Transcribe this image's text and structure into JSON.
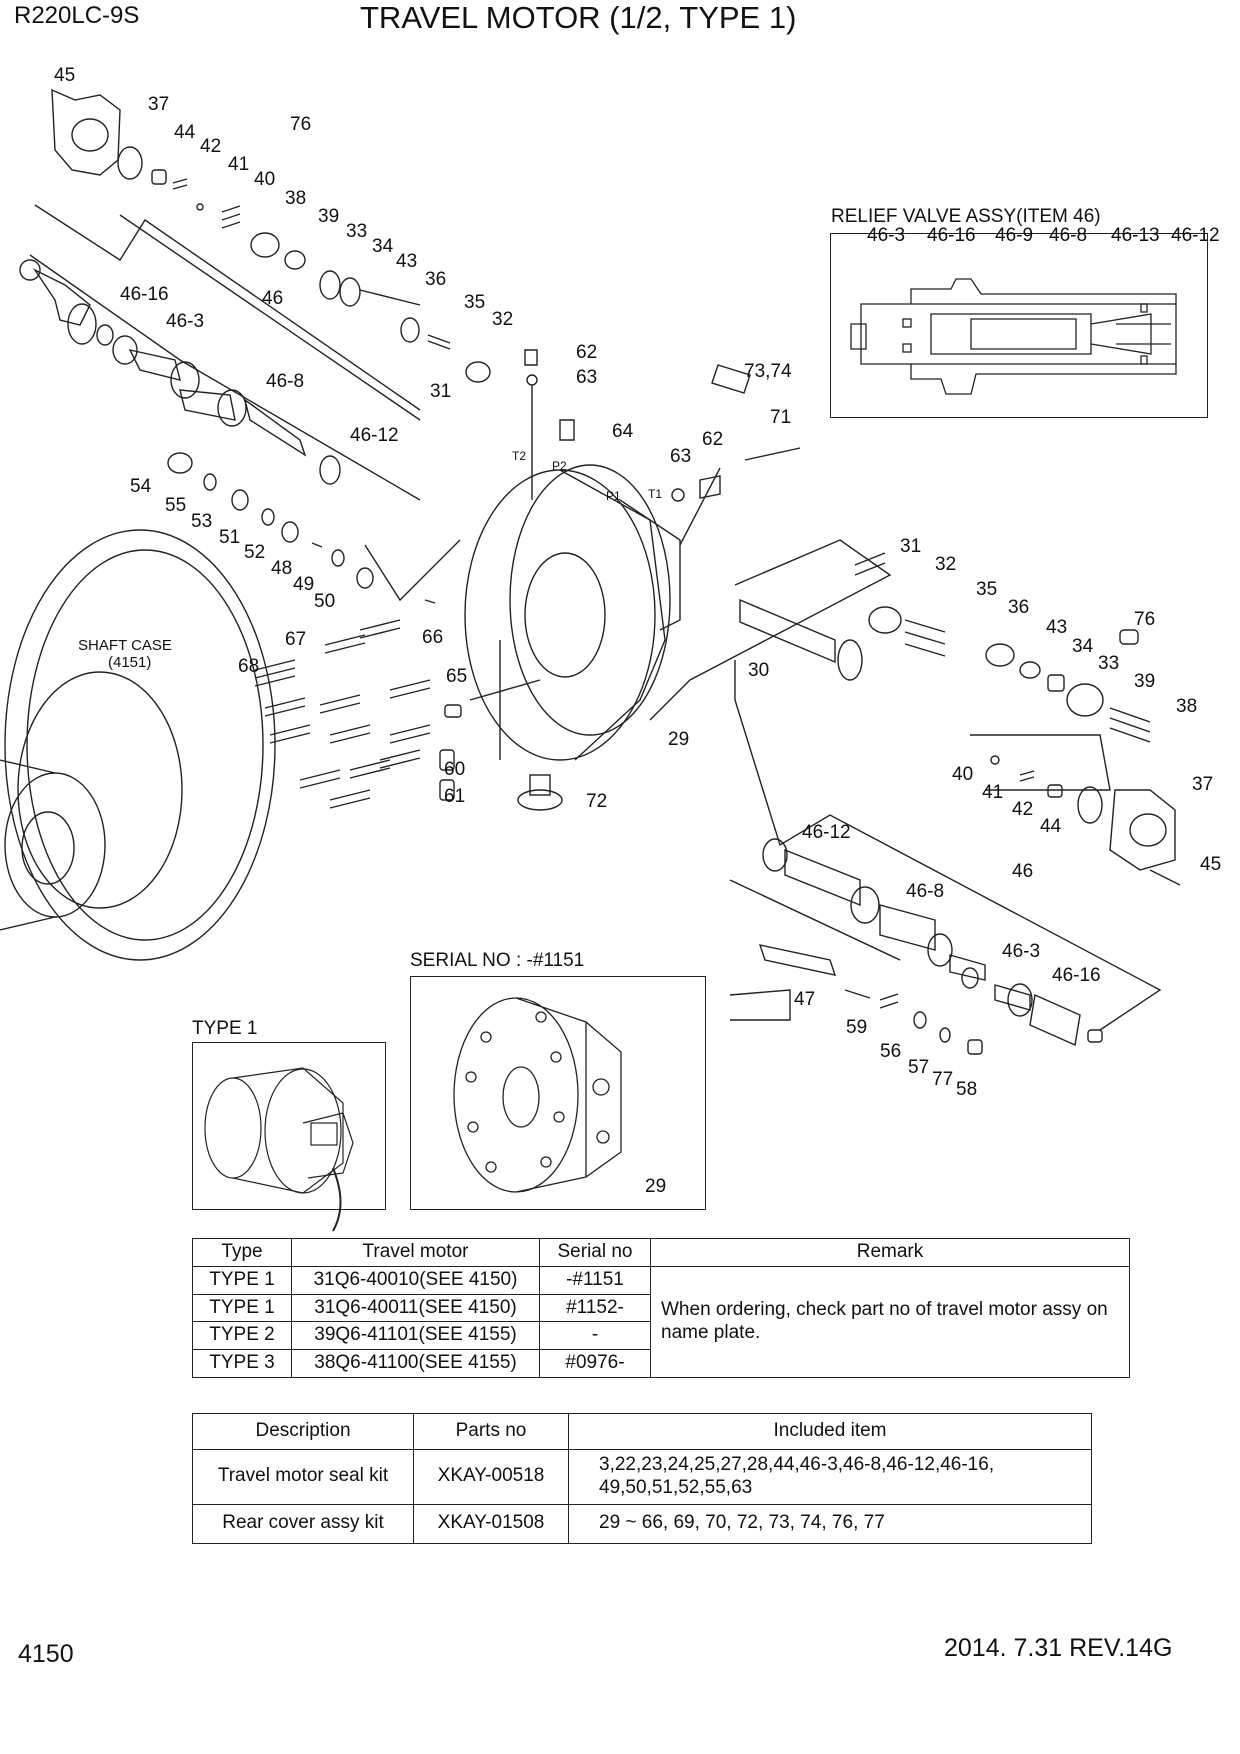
{
  "header": {
    "model": "R220LC-9S",
    "title": "TRAVEL MOTOR (1/2, TYPE 1)"
  },
  "relief_box": {
    "title": "RELIEF VALVE ASSY(ITEM 46)",
    "callouts": [
      "46-3",
      "46-16",
      "46-9",
      "46-8",
      "46-13",
      "46-12"
    ]
  },
  "shaft_case": {
    "line1": "SHAFT CASE",
    "line2": "(4151)"
  },
  "port_labels": [
    "T2",
    "P2",
    "P1",
    "T1"
  ],
  "serial_box": {
    "title": "SERIAL NO : -#1151",
    "callout": "29"
  },
  "type1_box": {
    "title": "TYPE 1"
  },
  "callouts": {
    "c45a": "45",
    "c37a": "37",
    "c44a": "44",
    "c42a": "42",
    "c76a": "76",
    "c41a": "41",
    "c40a": "40",
    "c38a": "38",
    "c39a": "39",
    "c33a": "33",
    "c34a": "34",
    "c43a": "43",
    "c36a": "36",
    "c46_16a": "46-16",
    "c46a": "46",
    "c46_3a": "46-3",
    "c35a": "35",
    "c32a": "32",
    "c46_8a": "46-8",
    "c31a": "31",
    "c62a": "62",
    "c63a": "63",
    "c73_74": "73,74",
    "c64": "64",
    "c71": "71",
    "c63b": "63",
    "c62b": "62",
    "c46_12a": "46-12",
    "c54": "54",
    "c55": "55",
    "c53": "53",
    "c51": "51",
    "c52": "52",
    "c48": "48",
    "c49": "49",
    "c50": "50",
    "c66": "66",
    "c31b": "31",
    "c32b": "32",
    "c35b": "35",
    "c36b": "36",
    "c30": "30",
    "c43b": "43",
    "c76b": "76",
    "c34b": "34",
    "c33b": "33",
    "c39b": "39",
    "c38b": "38",
    "c67": "67",
    "c68": "68",
    "c65": "65",
    "c29": "29",
    "c40b": "40",
    "c41b": "41",
    "c42b": "42",
    "c44b": "44",
    "c37b": "37",
    "c45b": "45",
    "c60": "60",
    "c61": "61",
    "c72": "72",
    "c46_12b": "46-12",
    "c46b": "46",
    "c46_8b": "46-8",
    "c46_3b": "46-3",
    "c46_16b": "46-16",
    "c47": "47",
    "c59": "59",
    "c56": "56",
    "c57": "57",
    "c77": "77",
    "c58": "58"
  },
  "type_table": {
    "headers": [
      "Type",
      "Travel motor",
      "Serial no",
      "Remark"
    ],
    "rows": [
      [
        "TYPE 1",
        "31Q6-40010(SEE 4150)",
        "-#1151"
      ],
      [
        "TYPE 1",
        "31Q6-40011(SEE 4150)",
        "#1152-"
      ],
      [
        "TYPE 2",
        "39Q6-41101(SEE 4155)",
        "-"
      ],
      [
        "TYPE 3",
        "38Q6-41100(SEE 4155)",
        "#0976-"
      ]
    ],
    "remark": "When ordering, check part no of travel motor assy on name plate."
  },
  "kit_table": {
    "headers": [
      "Description",
      "Parts no",
      "Included item"
    ],
    "rows": [
      [
        "Travel motor seal kit",
        "XKAY-00518",
        "3,22,23,24,25,27,28,44,46-3,46-8,46-12,46-16, 49,50,51,52,55,63"
      ],
      [
        "Rear cover assy kit",
        "XKAY-01508",
        "29 ~ 66, 69, 70, 72, 73, 74, 76, 77"
      ]
    ]
  },
  "footer": {
    "page": "4150",
    "revision": "2014. 7.31  REV.14G"
  }
}
